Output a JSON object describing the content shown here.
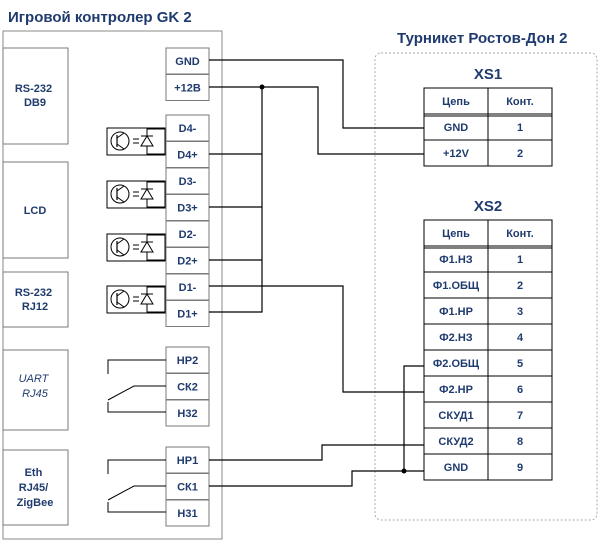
{
  "controller": {
    "title": "Игровой контролер GK 2",
    "modules": [
      "RS-232\nDB9",
      "LCD",
      "RS-232\nRJ12",
      "UART\nRJ45",
      "Eth\nRJ45/\nZigBee"
    ],
    "terminals": [
      "GND",
      "+12B",
      "D4-",
      "D4+",
      "D3-",
      "D3+",
      "D2-",
      "D2+",
      "D1-",
      "D1+",
      "НР2",
      "СК2",
      "Н32",
      "НР1",
      "СК1",
      "Н31"
    ]
  },
  "turnstile": {
    "title": "Турникет Ростов-Дон 2",
    "xs1": {
      "title": "XS1",
      "header": [
        "Цепь",
        "Конт."
      ],
      "rows": [
        [
          "GND",
          "1"
        ],
        [
          "+12V",
          "2"
        ]
      ]
    },
    "xs2": {
      "title": "XS2",
      "header": [
        "Цепь",
        "Конт."
      ],
      "rows": [
        [
          "Ф1.НЗ",
          "1"
        ],
        [
          "Ф1.ОБЩ",
          "2"
        ],
        [
          "Ф1.НР",
          "3"
        ],
        [
          "Ф2.НЗ",
          "4"
        ],
        [
          "Ф2.ОБЩ",
          "5"
        ],
        [
          "Ф2.НР",
          "6"
        ],
        [
          "СКУД1",
          "7"
        ],
        [
          "СКУД2",
          "8"
        ],
        [
          "GND",
          "9"
        ]
      ]
    }
  }
}
